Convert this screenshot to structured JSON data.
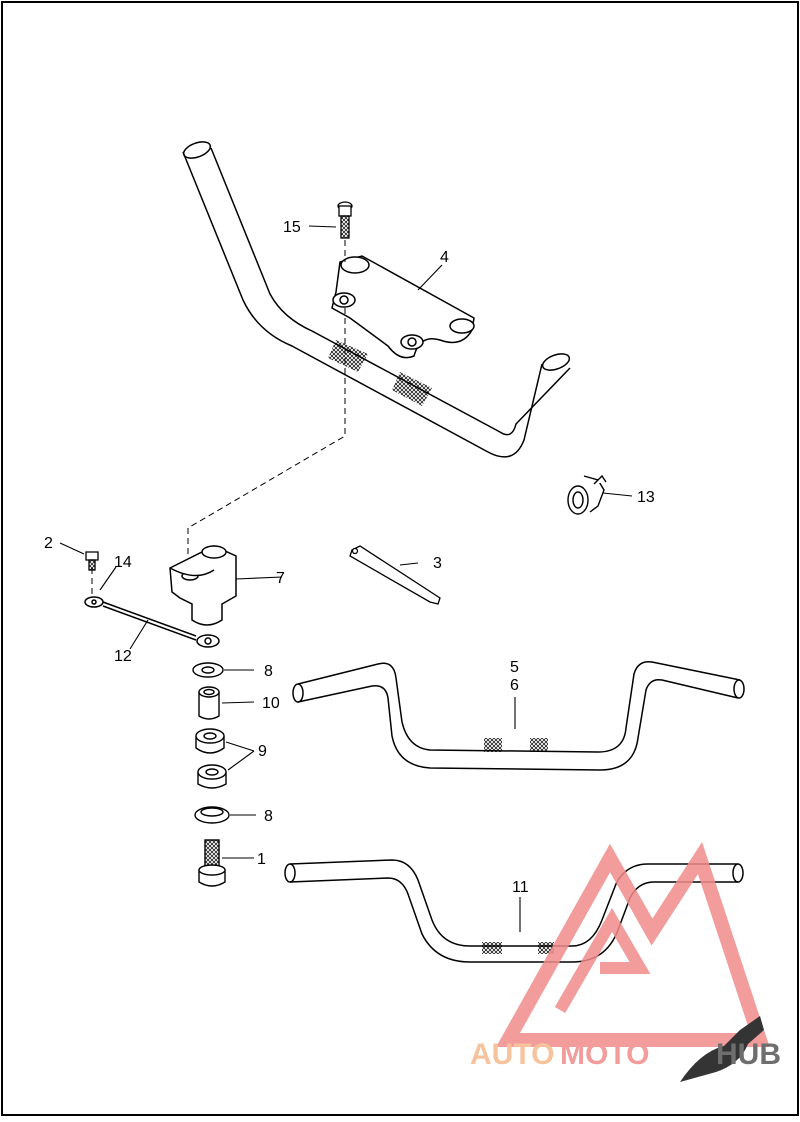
{
  "diagram": {
    "callouts": {
      "c1": "1",
      "c2": "2",
      "c3": "3",
      "c4": "4",
      "c5": "5",
      "c6": "6",
      "c7": "7",
      "c8a": "8",
      "c8b": "8",
      "c9": "9",
      "c10": "10",
      "c11": "11",
      "c12": "12",
      "c13": "13",
      "c14": "14",
      "c15": "15"
    }
  },
  "watermark": {
    "part1": "AUTO",
    "part2": "MOTO",
    "part3": "HUB",
    "color_light": "#f5b98c",
    "color_dark": "#f08b8b"
  }
}
